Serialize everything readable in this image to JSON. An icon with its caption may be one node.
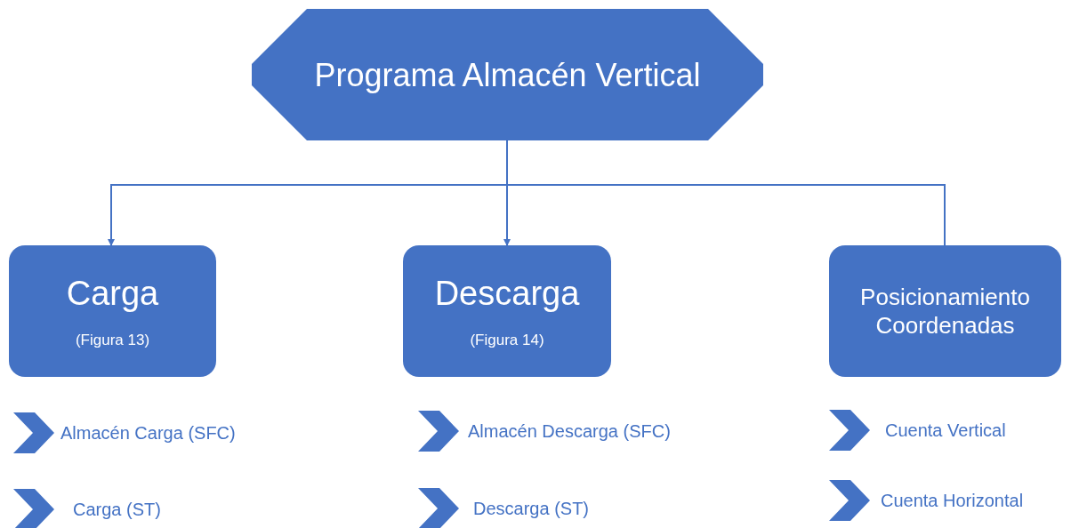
{
  "diagram": {
    "nodes": [
      {
        "text": [
          "Programa Almacén Vertical"
        ]
      },
      {
        "text": [
          "Carga",
          "(Figura 13)"
        ]
      },
      {
        "text": [
          "Descarga",
          "(Figura 14)"
        ]
      },
      {
        "text": [
          "Posicionamiento Coordenadas"
        ]
      }
    ],
    "edges": [
      {
        "from": 0,
        "to": 1,
        "arrow": "to"
      },
      {
        "from": 0,
        "to": 2,
        "arrow": "to"
      },
      {
        "from": 0,
        "to": 3,
        "arrow": "none"
      }
    ],
    "labels": [
      "Almacén Carga (SFC)",
      "Almacén Descarga (SFC)",
      "Cuenta Vertical",
      "Carga (ST)",
      "Descarga (ST)",
      "Cuenta Horizontal"
    ]
  }
}
